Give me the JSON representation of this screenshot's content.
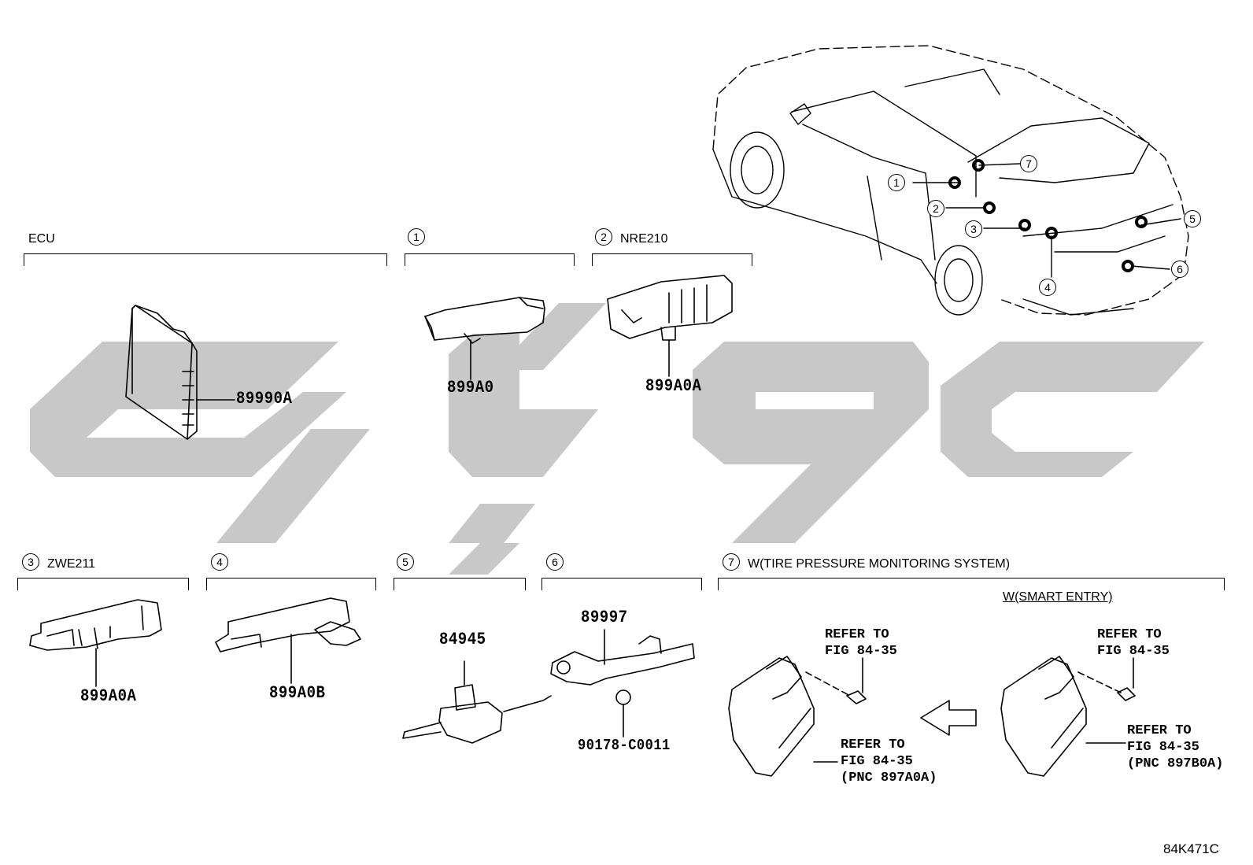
{
  "diagram_code": "84K471C",
  "ecu_group": {
    "title": "ECU",
    "part": "89990A"
  },
  "sections": [
    {
      "num": "1",
      "variant": "",
      "part": "899A0"
    },
    {
      "num": "2",
      "variant": "NRE210",
      "part": "899A0A"
    },
    {
      "num": "3",
      "variant": "ZWE211",
      "part": "899A0A"
    },
    {
      "num": "4",
      "variant": "",
      "part": "899A0B"
    },
    {
      "num": "5",
      "variant": "",
      "part": "84945"
    },
    {
      "num": "6",
      "variant": "",
      "part_main": "89997",
      "part_nut": "90178-C0011"
    },
    {
      "num": "7",
      "variant": "W(TIRE PRESSURE MONITORING SYSTEM)"
    }
  ],
  "tpms": {
    "smart_entry_label": "W(SMART ENTRY)",
    "left_ref_top": "REFER TO\nFIG 84-35",
    "left_ref_bottom": "REFER TO\nFIG 84-35\n(PNC 897A0A)",
    "right_ref_top": "REFER TO\nFIG 84-35",
    "right_ref_bottom": "REFER TO\nFIG 84-35\n(PNC 897B0A)"
  },
  "car_callouts": [
    "1",
    "2",
    "3",
    "4",
    "5",
    "6",
    "7"
  ],
  "colors": {
    "watermark": "#c8c8c8",
    "line": "#000000"
  }
}
